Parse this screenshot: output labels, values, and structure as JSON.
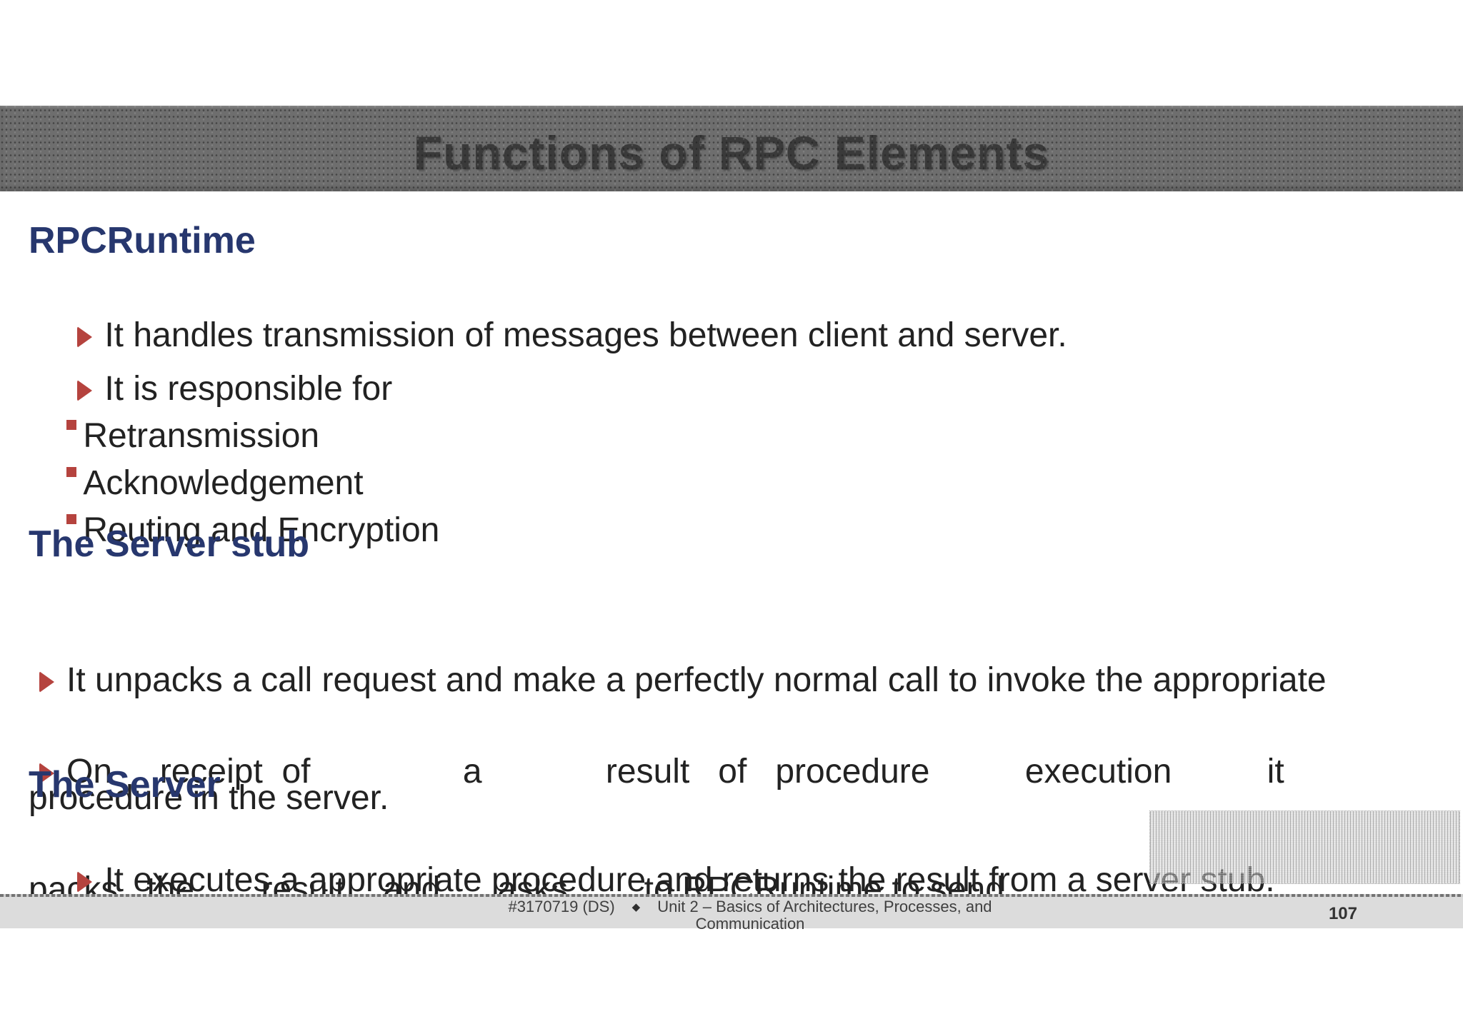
{
  "slide": {
    "title": "Functions of RPC Elements",
    "sections": {
      "rpcruntime": {
        "heading": "RPCRuntime",
        "bullet1": "It handles transmission of messages between client and server.",
        "bullet2": "It is responsible for",
        "sub1": "Retransmission",
        "sub2": "Acknowledgement",
        "sub3": "Routing and Encryption"
      },
      "server_stub": {
        "heading": "The Server stub",
        "para1_line1": "It unpacks a call request and make a perfectly normal call to invoke the appropriate",
        "para1_line2": "procedure in the server.",
        "para2_line1": "On     receipt  of                a             result   of   procedure          execution          it",
        "para2_line2": "packs   the       result    and      asks        to RPCRuntime to send."
      },
      "server": {
        "heading": "The Server",
        "bullet1": "It executes a appropriate procedure and returns the result from a server stub."
      }
    },
    "footer": {
      "course_code": "#3170719 (DS)",
      "separator": "◆",
      "unit_text": "Unit 2 – Basics of Architectures, Processes, and",
      "unit_text_line2": "Communication",
      "page_number": "107"
    },
    "colors": {
      "heading_navy": "#27376e",
      "bullet_red": "#b5433e",
      "body_text": "#222222",
      "title_text": "#3a3a3a",
      "title_band_bg": "#6e6e6e",
      "footer_band_bg": "#dcdcdc",
      "overlay_gray": "#c3c3c3"
    }
  }
}
